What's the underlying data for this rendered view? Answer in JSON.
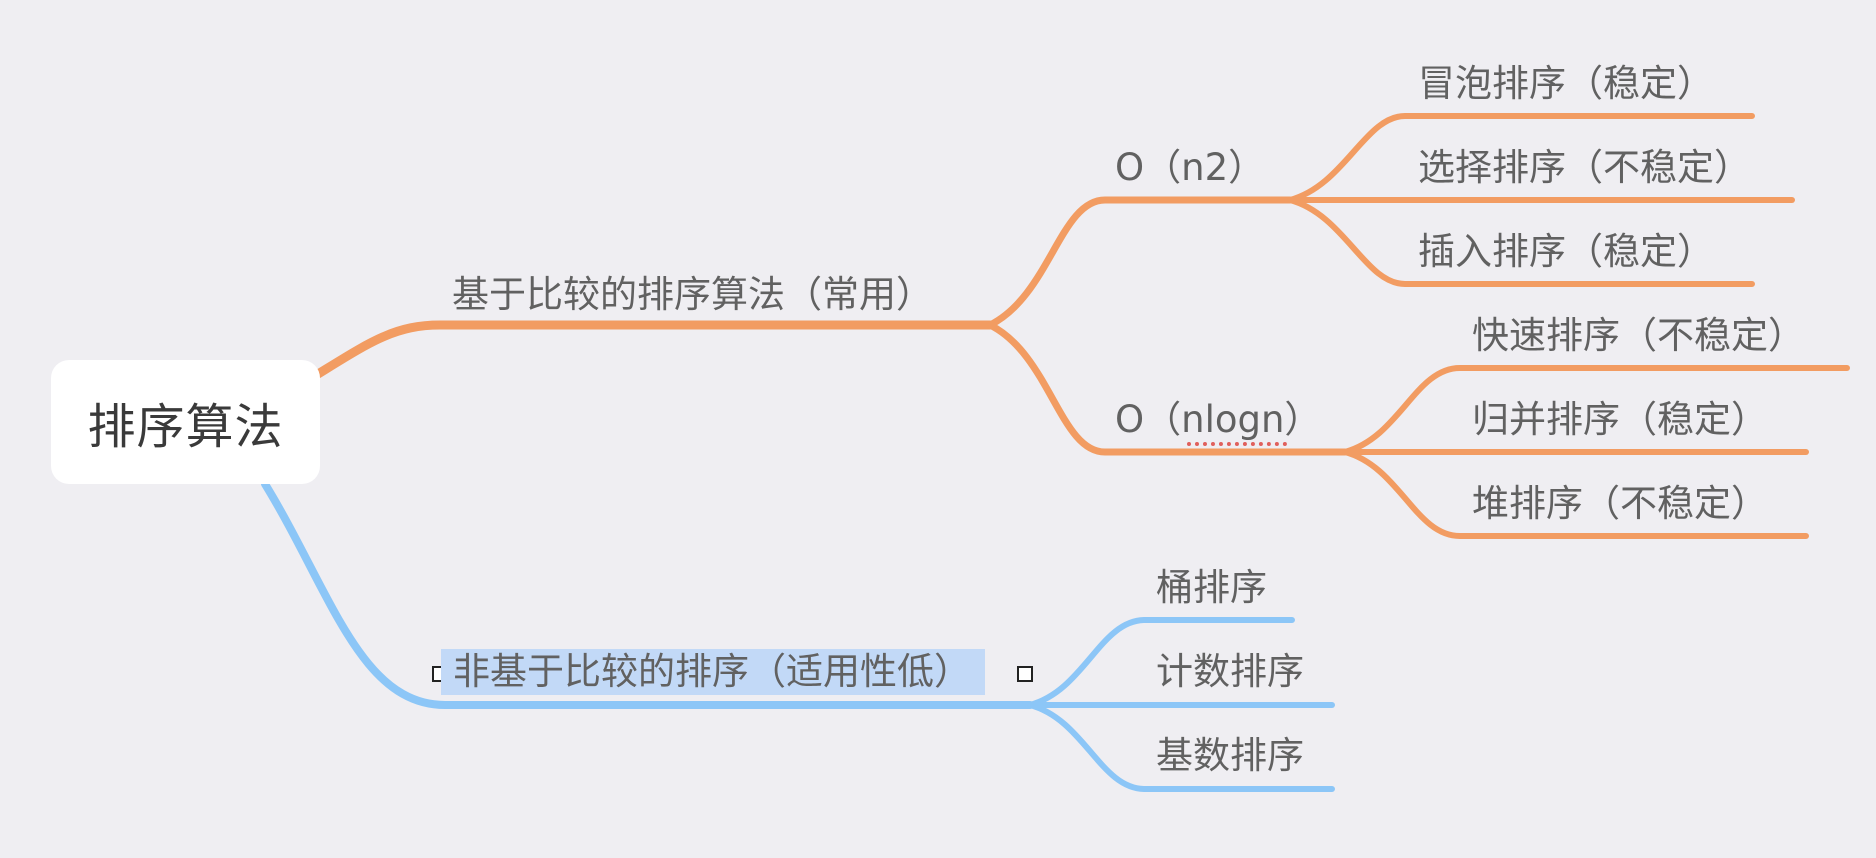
{
  "root": {
    "label": "排序算法"
  },
  "branches": [
    {
      "label": "基于比较的排序算法（常用）",
      "color": "#f29c62",
      "children": [
        {
          "label": "O（n2）",
          "children": [
            "冒泡排序（稳定）",
            "选择排序（不稳定）",
            "插入排序（稳定）"
          ]
        },
        {
          "label": "O（nlogn）",
          "children": [
            "快速排序（不稳定）",
            "归并排序（稳定）",
            "堆排序（不稳定）"
          ]
        }
      ]
    },
    {
      "label": "非基于比较的排序（适用性低）",
      "color": "#8cc6f7",
      "selected": true,
      "children": [
        "桶排序",
        "计数排序",
        "基数排序"
      ]
    }
  ]
}
